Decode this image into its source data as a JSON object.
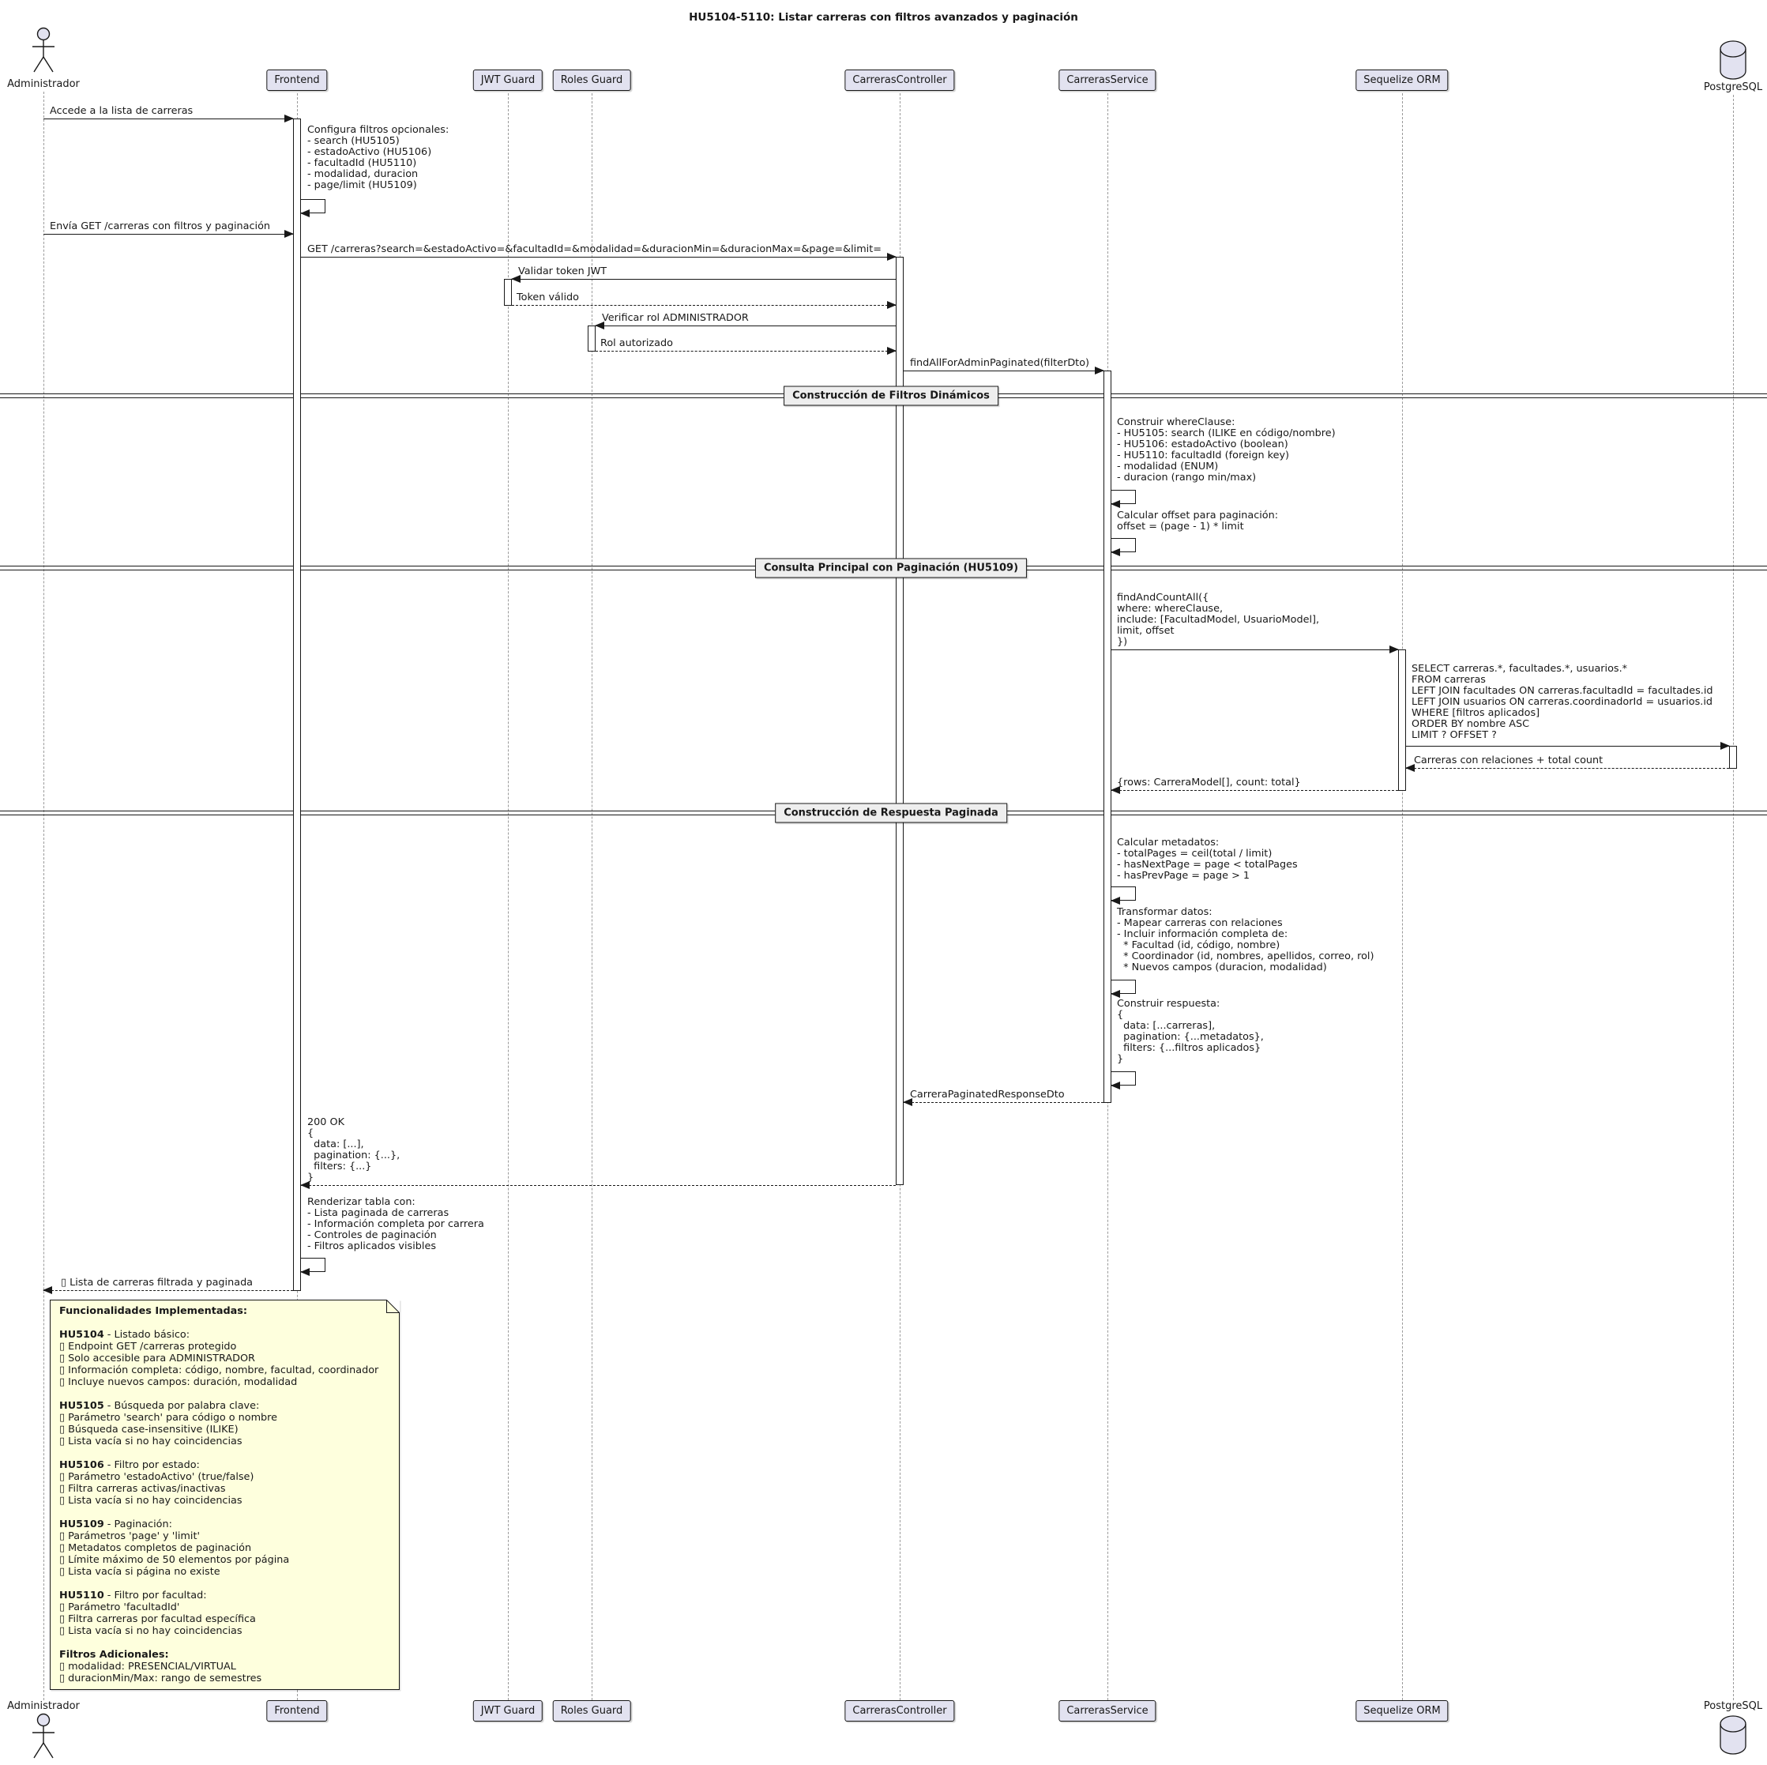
{
  "title": "HU5104-5110: Listar carreras con filtros avanzados y paginación",
  "participants": [
    {
      "id": "administrador",
      "label": "Administrador",
      "type": "actor"
    },
    {
      "id": "frontend",
      "label": "Frontend",
      "type": "box"
    },
    {
      "id": "jwt-guard",
      "label": "JWT Guard",
      "type": "box"
    },
    {
      "id": "roles-guard",
      "label": "Roles Guard",
      "type": "box"
    },
    {
      "id": "carreras-controller",
      "label": "CarrerasController",
      "type": "box"
    },
    {
      "id": "carreras-service",
      "label": "CarrerasService",
      "type": "box"
    },
    {
      "id": "sequelize-orm",
      "label": "Sequelize ORM",
      "type": "box"
    },
    {
      "id": "postgresql",
      "label": "PostgreSQL",
      "type": "database"
    }
  ],
  "messages": {
    "accede": "Accede a la lista de carreras",
    "configura": "Configura filtros opcionales:\n- search (HU5105)\n- estadoActivo (HU5106)\n- facultadId (HU5110)\n- modalidad, duracion\n- page/limit (HU5109)",
    "envia_get": "Envía GET /carreras con filtros y paginación",
    "get_request": "GET /carreras?search=&estadoActivo=&facultadId=&modalidad=&duracionMin=&duracionMax=&page=&limit=",
    "validar_token": "Validar token JWT",
    "token_valido": "Token válido",
    "verificar_rol": "Verificar rol ADMINISTRADOR",
    "rol_autorizado": "Rol autorizado",
    "find_all": "findAllForAdminPaginated(filterDto)",
    "construir_where": "Construir whereClause:\n- HU5105: search (ILIKE en código/nombre)\n- HU5106: estadoActivo (boolean)\n- HU5110: facultadId (foreign key)\n- modalidad (ENUM)\n- duracion (rango min/max)",
    "calcular_offset": "Calcular offset para paginación:\noffset = (page - 1) * limit",
    "find_and_count": "findAndCountAll({\nwhere: whereClause,\ninclude: [FacultadModel, UsuarioModel],\nlimit, offset\n})",
    "sql_query": "SELECT carreras.*, facultades.*, usuarios.*\nFROM carreras\nLEFT JOIN facultades ON carreras.facultadId = facultades.id\nLEFT JOIN usuarios ON carreras.coordinadorId = usuarios.id\nWHERE [filtros aplicados]\nORDER BY nombre ASC\nLIMIT ? OFFSET ?",
    "carreras_count": "Carreras con relaciones + total count",
    "rows_count": "{rows: CarreraModel[], count: total}",
    "calcular_metadatos": "Calcular metadatos:\n- totalPages = ceil(total / limit)\n- hasNextPage = page < totalPages\n- hasPrevPage = page > 1",
    "transformar": "Transformar datos:\n- Mapear carreras con relaciones\n- Incluir información completa de:\n  * Facultad (id, código, nombre)\n  * Coordinador (id, nombres, apellidos, correo, rol)\n  * Nuevos campos (duracion, modalidad)",
    "construir_respuesta": "Construir respuesta:\n{\n  data: [...carreras],\n  pagination: {...metadatos},\n  filters: {...filtros aplicados}\n}",
    "response_dto": "CarreraPaginatedResponseDto",
    "http_200": "200 OK\n{\n  data: [...],\n  pagination: {...},\n  filters: {...}\n}",
    "renderizar": "Renderizar tabla con:\n- Lista paginada de carreras\n- Información completa por carrera\n- Controles de paginación\n- Filtros aplicados visibles",
    "lista_final": "▯ Lista de carreras filtrada y paginada"
  },
  "dividers": {
    "filtros": "Construcción de Filtros Dinámicos",
    "consulta": "Consulta Principal con Paginación (HU5109)",
    "respuesta": "Construcción de Respuesta Paginada"
  },
  "note": {
    "title": "Funcionalidades Implementadas:",
    "sections": [
      {
        "bold": "HU5104",
        "rest": " - Listado básico:",
        "items": "▯ Endpoint GET /carreras protegido\n▯ Solo accesible para ADMINISTRADOR\n▯ Información completa: código, nombre, facultad, coordinador\n▯ Incluye nuevos campos: duración, modalidad"
      },
      {
        "bold": "HU5105",
        "rest": " - Búsqueda por palabra clave:",
        "items": "▯ Parámetro 'search' para código o nombre\n▯ Búsqueda case-insensitive (ILIKE)\n▯ Lista vacía si no hay coincidencias"
      },
      {
        "bold": "HU5106",
        "rest": " - Filtro por estado:",
        "items": "▯ Parámetro 'estadoActivo' (true/false)\n▯ Filtra carreras activas/inactivas\n▯ Lista vacía si no hay coincidencias"
      },
      {
        "bold": "HU5109",
        "rest": " - Paginación:",
        "items": "▯ Parámetros 'page' y 'limit'\n▯ Metadatos completos de paginación\n▯ Límite máximo de 50 elementos por página\n▯ Lista vacía si página no existe"
      },
      {
        "bold": "HU5110",
        "rest": " - Filtro por facultad:",
        "items": "▯ Parámetro 'facultadId'\n▯ Filtra carreras por facultad específica\n▯ Lista vacía si no hay coincidencias"
      },
      {
        "bold": "Filtros Adicionales:",
        "rest": "",
        "items": "▯ modalidad: PRESENCIAL/VIRTUAL\n▯ duracionMin/Max: rango de semestres"
      }
    ]
  },
  "colors": {
    "participant_fill": "#E2E2F0",
    "participant_border": "#181818",
    "note_fill": "#FEFFDD",
    "divider_fill": "#EEEEEE",
    "line": "#181818",
    "lifeline": "#9A9A9A"
  }
}
